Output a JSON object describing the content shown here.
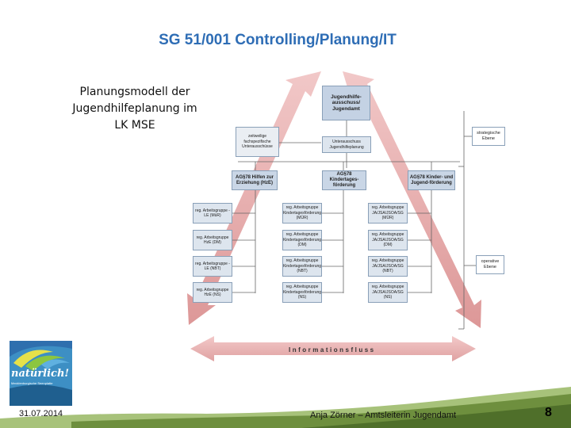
{
  "slide": {
    "title": "SG 51/001 Controlling/Planung/IT",
    "intro_lines": [
      "Planungsmodell der",
      "Jugendhilfeplanung im",
      "LK MSE"
    ]
  },
  "diagram": {
    "top_box": "Jugendhilfe-ausschuss/ Jugendamt",
    "aside_box": "zeitweilige fachspezifische Unterausschüsse",
    "sub_box": "Unterausschuss Jugendhilfeplanung",
    "strategic_label": "strategische Ebene",
    "operative_label": "operative Ebene",
    "ag_boxes": [
      "AG§78 Hilfen zur Erziehung (HzE)",
      "AG§78 Kindertages-förderung",
      "AG§78 Kinder- und Jugend-förderung"
    ],
    "left_column": [
      "reg. Arbeitsgruppe - LE (MüR)",
      "reg. Arbeitsgruppe HzE (DM)",
      "reg. Arbeitsgruppe - LE (NBT)",
      "reg. Arbeitsgruppe HzE (NS)"
    ],
    "mid_column": [
      "reg. Arbeitsgruppe Kindertagesförderung (MÜR)",
      "reg. Arbeitsgruppe Kindertagesförderung (DM)",
      "reg. Arbeitsgruppe Kindertagesförderung (NBT)",
      "reg. Arbeitsgruppe Kindertagesförderung (NS)"
    ],
    "right_column": [
      "reg. Arbeitsgruppe JA/JSA/JSOA/SG (MÜR)",
      "reg. Arbeitsgruppe JA/JSA/JSOA/SG (DM)",
      "reg. Arbeitsgruppe JA/JSA/JSOA/SG (NBT)",
      "reg. Arbeitsgruppe JA/JSA/JSOA/SG (NS)"
    ],
    "flow_label": "Informationsfluss"
  },
  "logo": {
    "text": "natürlich!",
    "subtext": "Mecklenburgische Seenplatte"
  },
  "footer": {
    "date": "31.07.2014",
    "author": "Anja Zörner – Amtsleiterin Jugendamt",
    "page": "8"
  },
  "colors": {
    "title": "#2e6db5",
    "arrow": "#e6a5a5",
    "box": "#dde5ee",
    "grass": "#6e8f3e"
  }
}
